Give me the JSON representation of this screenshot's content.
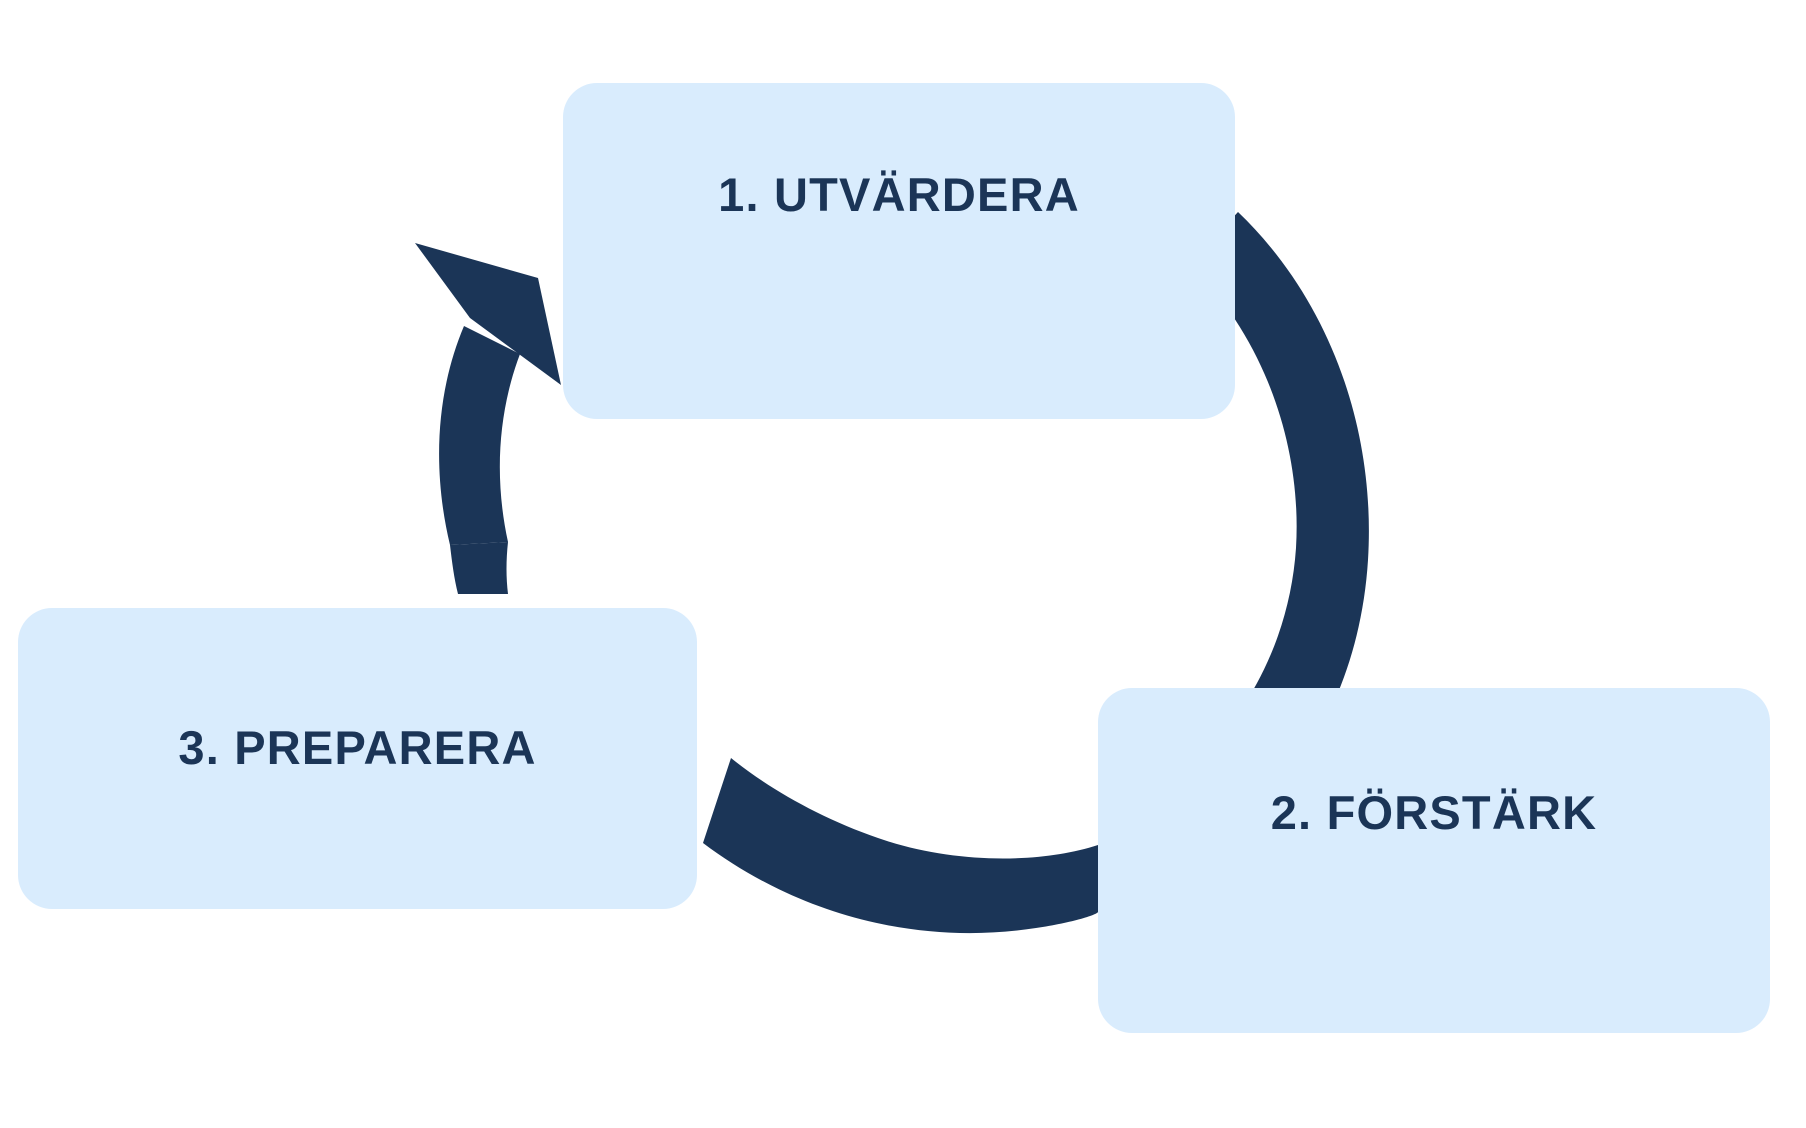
{
  "diagram": {
    "title": "",
    "type": "cyclic-process",
    "colors": {
      "box_fill": "#d9ecfd",
      "text": "#1b3557",
      "arrow": "#1b3557",
      "background": "#ffffff"
    },
    "nodes": [
      {
        "id": "evaluate",
        "label": "1. UTVÄRDERA",
        "step": "1",
        "name": "UTVÄRDERA"
      },
      {
        "id": "reinforce",
        "label": "2. FÖRSTÄRK",
        "step": "2",
        "name": "FÖRSTÄRK"
      },
      {
        "id": "prepare",
        "label": "3. PREPARERA",
        "step": "3",
        "name": "PREPARERA"
      }
    ],
    "flow": {
      "direction": "clockwise",
      "arrow_icon": "circular-arrow-icon",
      "arrowhead_target": "evaluate"
    }
  }
}
